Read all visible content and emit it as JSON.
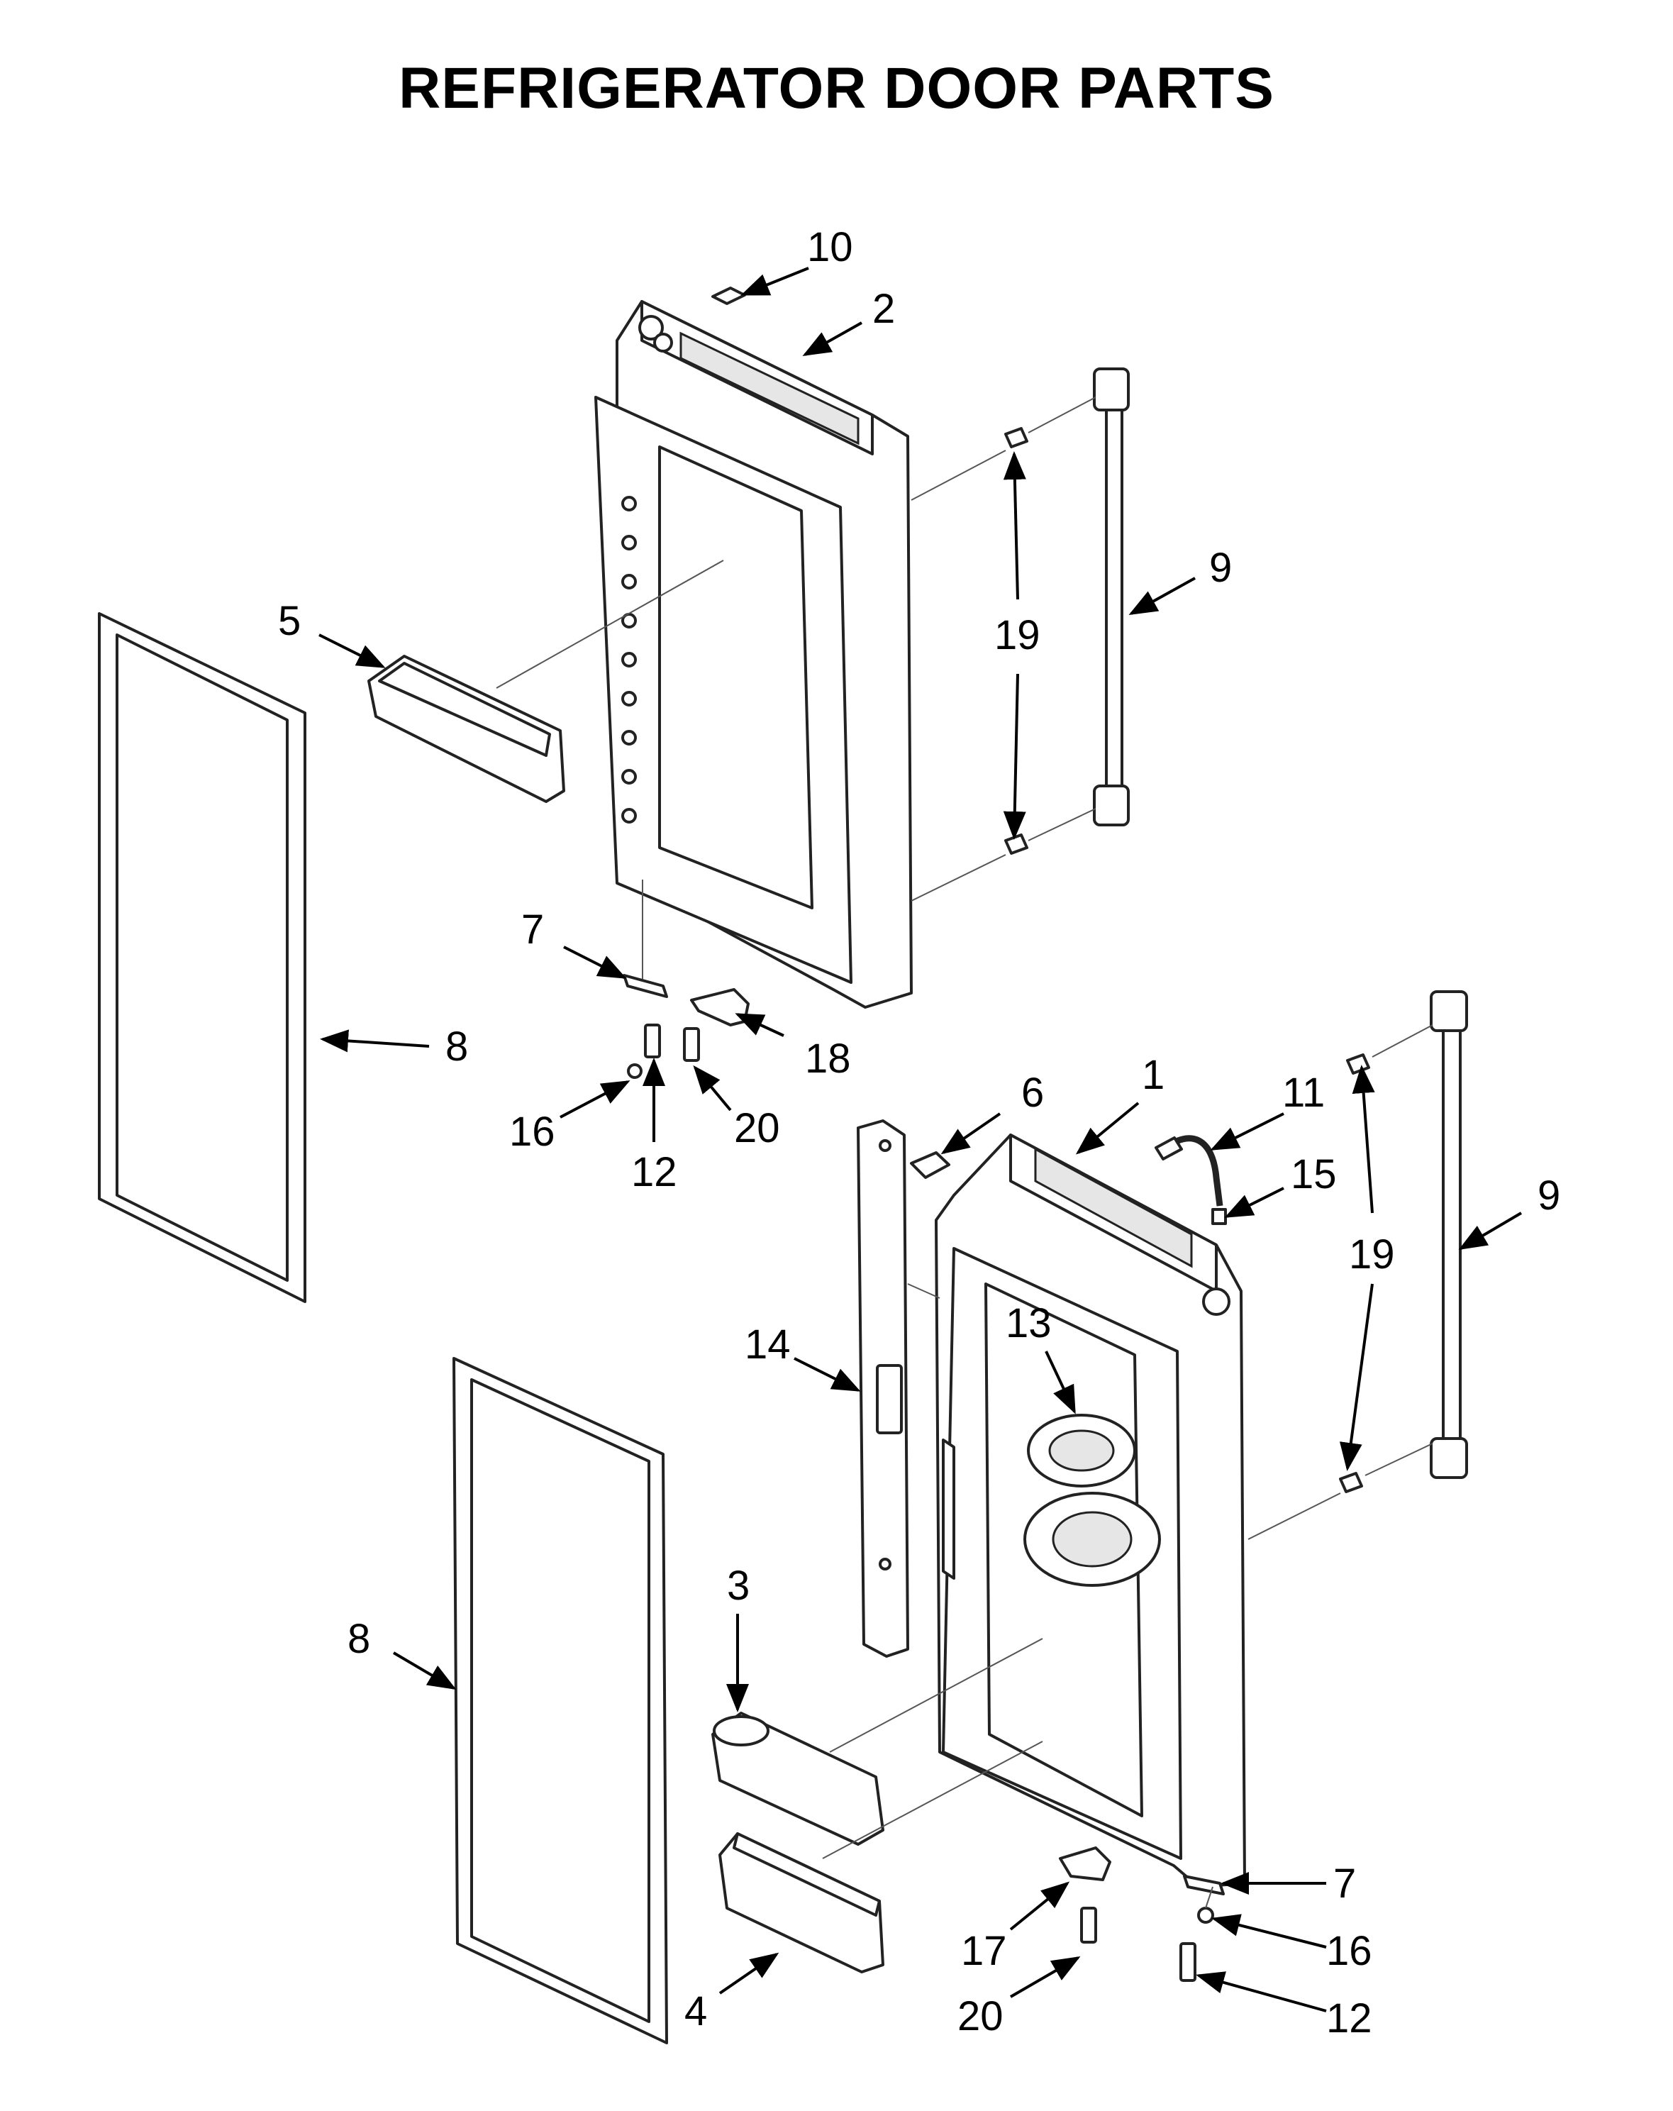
{
  "title": "REFRIGERATOR DOOR PARTS",
  "callouts": [
    {
      "id": "c10",
      "text": "10"
    },
    {
      "id": "c2",
      "text": "2"
    },
    {
      "id": "c9a",
      "text": "9"
    },
    {
      "id": "c19a",
      "text": "19"
    },
    {
      "id": "c5",
      "text": "5"
    },
    {
      "id": "c8a",
      "text": "8"
    },
    {
      "id": "c7a",
      "text": "7"
    },
    {
      "id": "c18",
      "text": "18"
    },
    {
      "id": "c16a",
      "text": "16"
    },
    {
      "id": "c12a",
      "text": "12"
    },
    {
      "id": "c20a",
      "text": "20"
    },
    {
      "id": "c6",
      "text": "6"
    },
    {
      "id": "c1",
      "text": "1"
    },
    {
      "id": "c11",
      "text": "11"
    },
    {
      "id": "c15",
      "text": "15"
    },
    {
      "id": "c9b",
      "text": "9"
    },
    {
      "id": "c19b",
      "text": "19"
    },
    {
      "id": "c14",
      "text": "14"
    },
    {
      "id": "c13",
      "text": "13"
    },
    {
      "id": "c3",
      "text": "3"
    },
    {
      "id": "c8b",
      "text": "8"
    },
    {
      "id": "c7b",
      "text": "7"
    },
    {
      "id": "c16b",
      "text": "16"
    },
    {
      "id": "c17",
      "text": "17"
    },
    {
      "id": "c20b",
      "text": "20"
    },
    {
      "id": "c4",
      "text": "4"
    },
    {
      "id": "c12b",
      "text": "12"
    }
  ]
}
